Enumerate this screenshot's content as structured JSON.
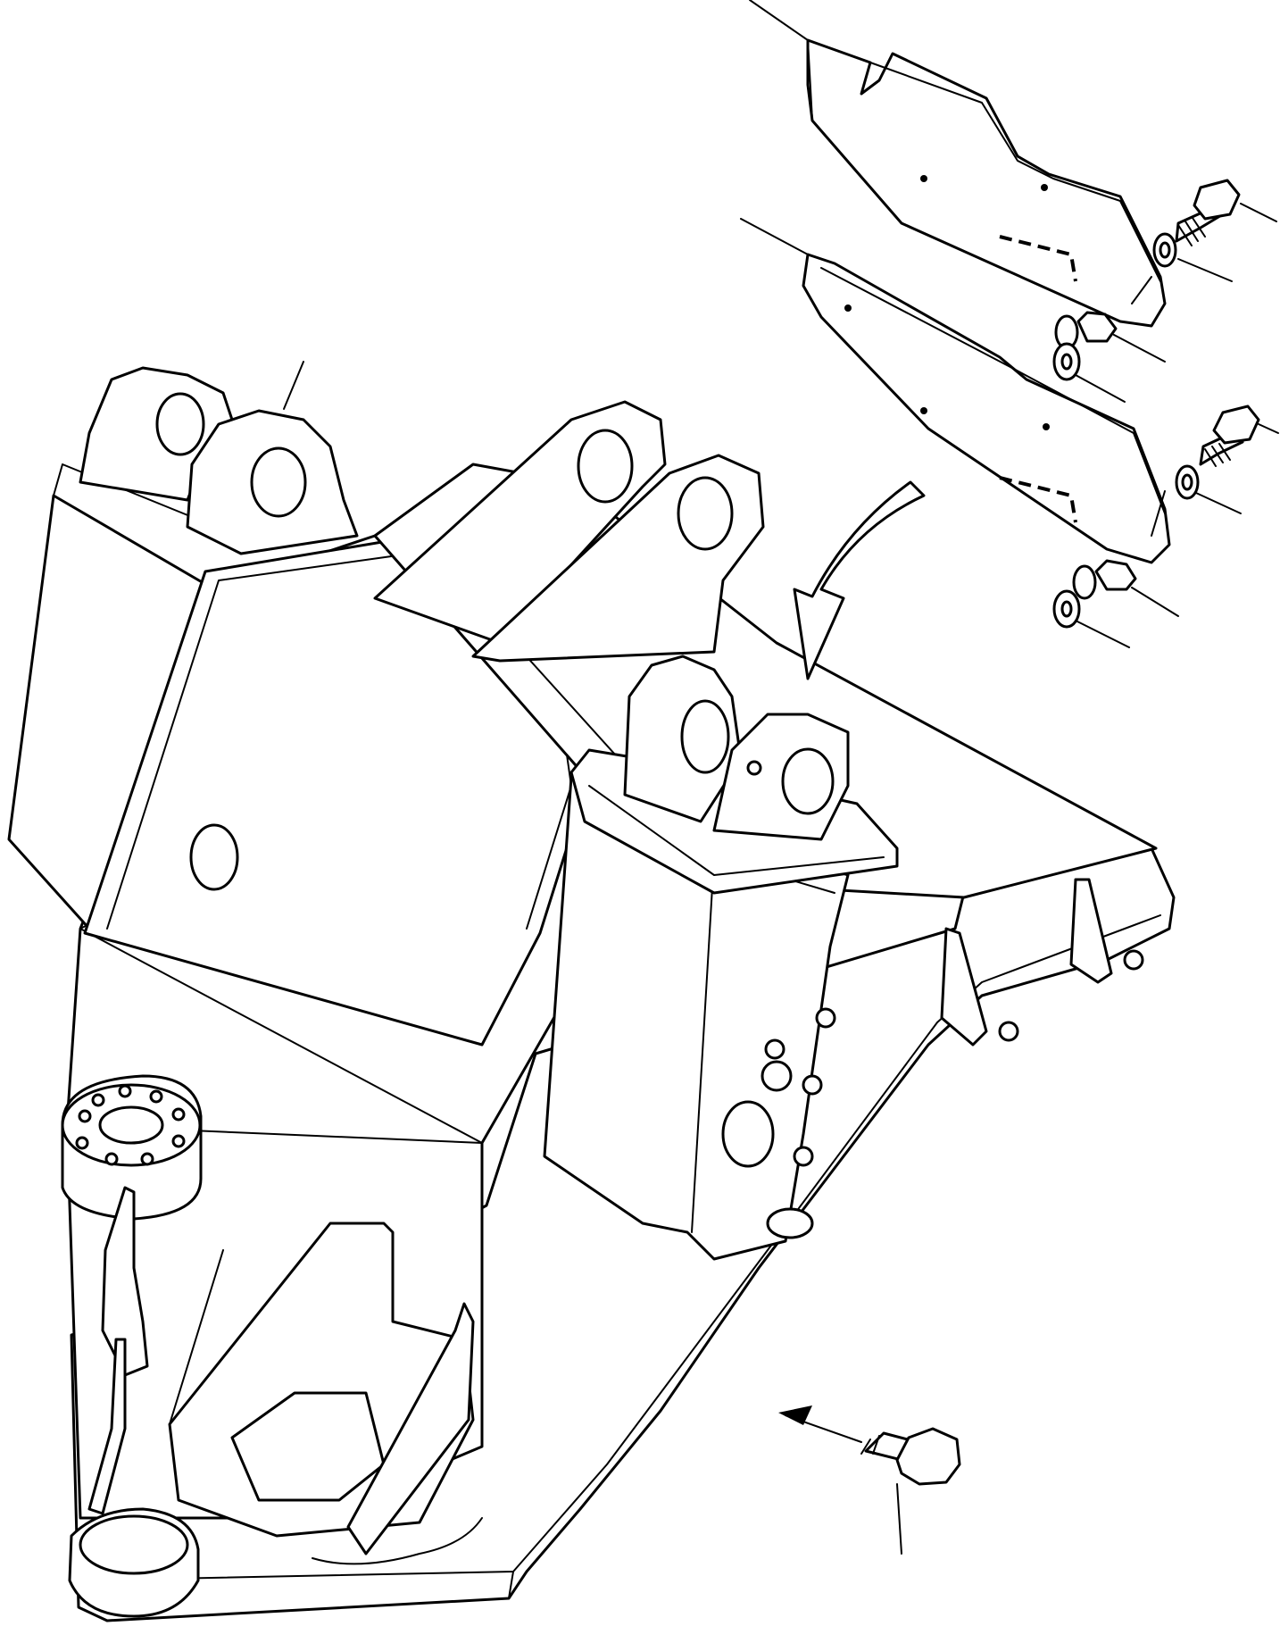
{
  "figure": {
    "kind": "exploded-parts-diagram",
    "background": "#ffffff",
    "line_color": "#000000",
    "parts": [
      "upper-cover-plate",
      "lower-cover-plate",
      "bolt-upper",
      "bolt-lower",
      "washer",
      "spacer-nut",
      "main-frame-bracket",
      "mounting-bolt"
    ],
    "callout_count": 14
  }
}
